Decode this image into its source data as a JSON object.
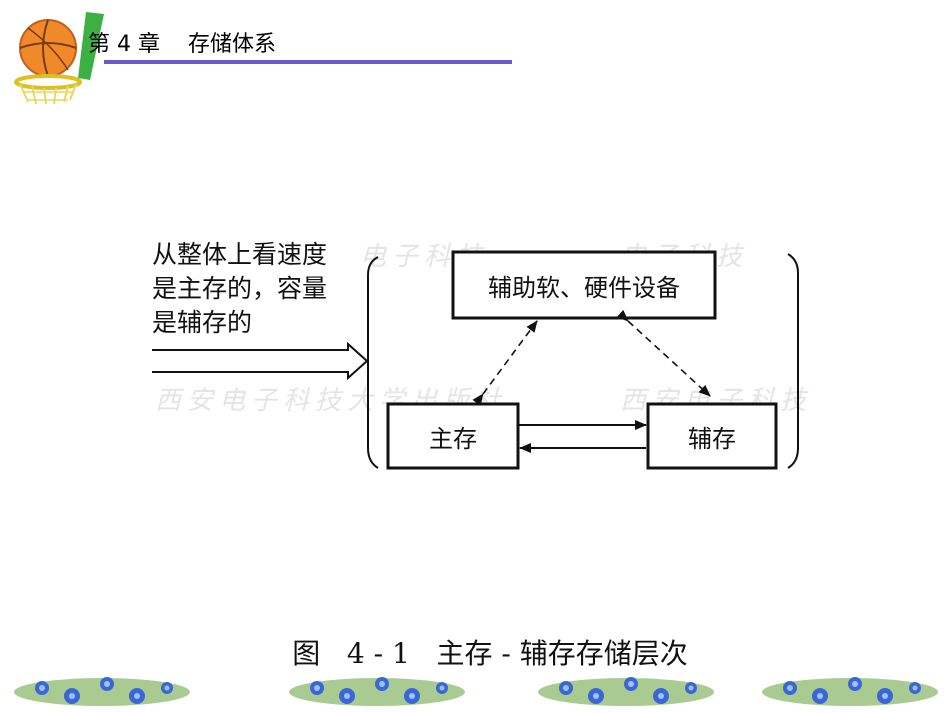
{
  "header": {
    "title": "第 4 章    存储体系",
    "rule_color": "#6a5acd"
  },
  "diagram": {
    "input_text_lines": [
      "从整体上看速度",
      "是主存的，容量",
      "是辅存的"
    ],
    "boxes": {
      "aux": "辅助软、硬件设备",
      "main": "主存",
      "secondary": "辅存"
    }
  },
  "caption": "图   4 - 1   主存 - 辅存存储层次",
  "icons": [
    "basketball-hoop-logo-icon",
    "flower-border-icon"
  ]
}
